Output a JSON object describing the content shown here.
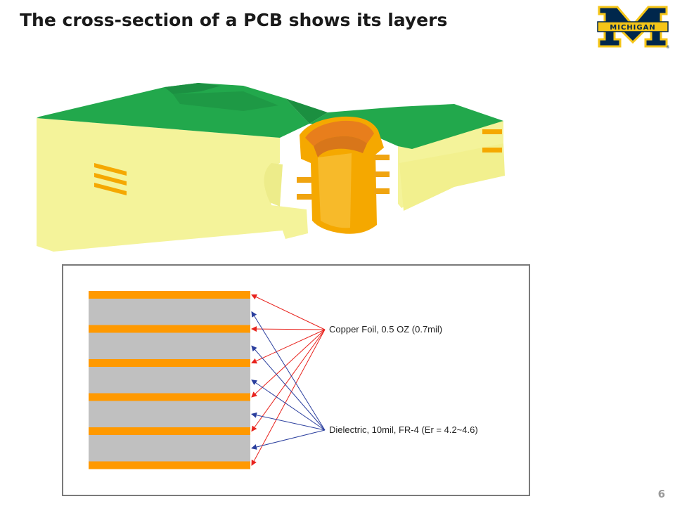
{
  "title": "The cross-section of a PCB shows its layers",
  "logo": {
    "word": "MICHIGAN",
    "icon": "block-m-logo",
    "colors": {
      "maize": "#F5C518",
      "blue": "#00274C"
    }
  },
  "figure_3d": {
    "icon": "pcb-cross-section-3d",
    "colors": {
      "solder_mask": "#1FA34A",
      "substrate": "#F6F59A",
      "copper": "#F5A800"
    }
  },
  "stackup": {
    "copper_label": "Copper Foil, 0.5 OZ (0.7mil)",
    "dielectric_label": "Dielectric, 10mil, FR-4 (Er = 4.2~4.6)",
    "copper_layers": 6,
    "dielectric_layers": 5,
    "colors": {
      "copper": "#FF9900",
      "dielectric": "#C0C0C0",
      "copper_arrow": "#E8221C",
      "dielectric_arrow": "#2B3F9E"
    }
  },
  "page_number": "6"
}
